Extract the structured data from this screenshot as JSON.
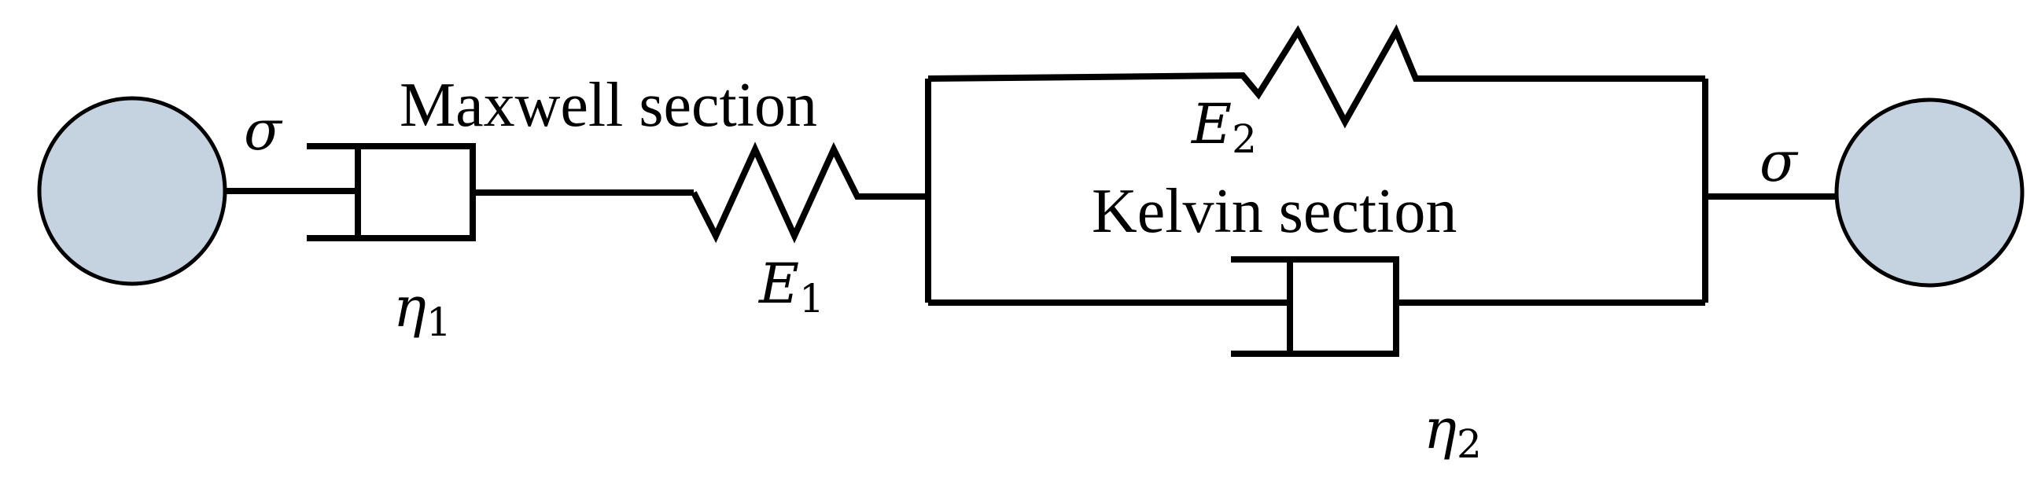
{
  "diagram": {
    "labels": {
      "maxwell_section": "Maxwell section",
      "kelvin_section": "Kelvin section"
    },
    "symbols": {
      "stress_left": "σ",
      "stress_right": "σ",
      "eta1": {
        "base": "η",
        "sub": "1"
      },
      "e1": {
        "base": "E",
        "sub": "1"
      },
      "e2": {
        "base": "E",
        "sub": "2"
      },
      "eta2": {
        "base": "η",
        "sub": "2"
      }
    },
    "colors": {
      "mass_fill": "#c5d3e0",
      "line": "#000000"
    }
  }
}
